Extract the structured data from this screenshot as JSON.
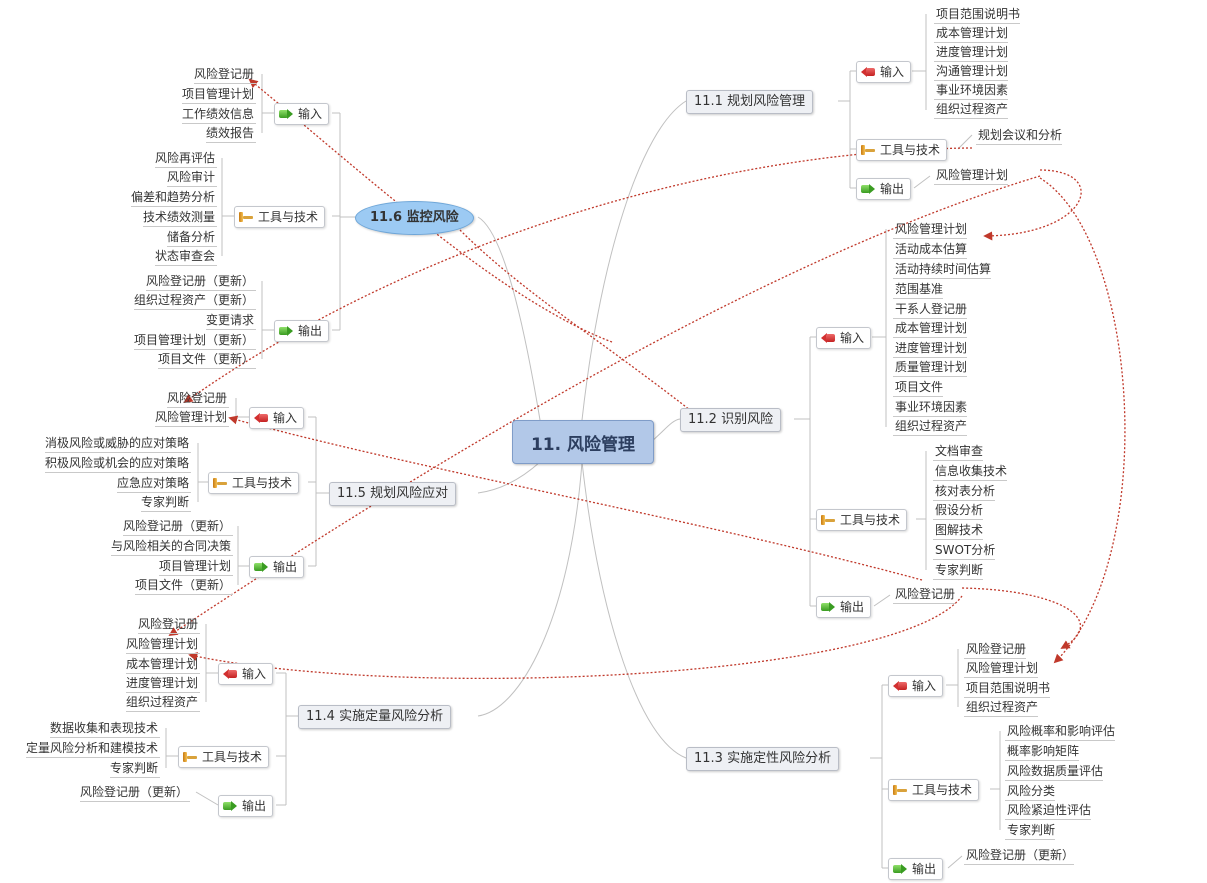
{
  "center": "11. 风险管理",
  "groups": {
    "g1": {
      "title": "11.1 规划风险管理",
      "input_label": "输入",
      "inputs": [
        "项目范围说明书",
        "成本管理计划",
        "进度管理计划",
        "沟通管理计划",
        "事业环境因素",
        "组织过程资产"
      ],
      "tools_label": "工具与技术",
      "tools": [
        "规划会议和分析"
      ],
      "output_label": "输出",
      "outputs": [
        "风险管理计划"
      ]
    },
    "g2": {
      "title": "11.2 识别风险",
      "input_label": "输入",
      "inputs": [
        "风险管理计划",
        "活动成本估算",
        "活动持续时间估算",
        "范围基准",
        "干系人登记册",
        "成本管理计划",
        "进度管理计划",
        "质量管理计划",
        "项目文件",
        "事业环境因素",
        "组织过程资产"
      ],
      "tools_label": "工具与技术",
      "tools": [
        "文档审查",
        "信息收集技术",
        "核对表分析",
        "假设分析",
        "图解技术",
        "SWOT分析",
        "专家判断"
      ],
      "output_label": "输出",
      "outputs": [
        "风险登记册"
      ]
    },
    "g3": {
      "title": "11.3 实施定性风险分析",
      "input_label": "输入",
      "inputs": [
        "风险登记册",
        "风险管理计划",
        "项目范围说明书",
        "组织过程资产"
      ],
      "tools_label": "工具与技术",
      "tools": [
        "风险概率和影响评估",
        "概率影响矩阵",
        "风险数据质量评估",
        "风险分类",
        "风险紧迫性评估",
        "专家判断"
      ],
      "output_label": "输出",
      "outputs": [
        "风险登记册（更新）"
      ]
    },
    "g4": {
      "title": "11.4 实施定量风险分析",
      "input_label": "输入",
      "inputs": [
        "风险登记册",
        "风险管理计划",
        "成本管理计划",
        "进度管理计划",
        "组织过程资产"
      ],
      "tools_label": "工具与技术",
      "tools": [
        "数据收集和表现技术",
        "定量风险分析和建模技术",
        "专家判断"
      ],
      "output_label": "输出",
      "outputs": [
        "风险登记册（更新）"
      ]
    },
    "g5": {
      "title": "11.5 规划风险应对",
      "input_label": "输入",
      "inputs": [
        "风险登记册",
        "风险管理计划"
      ],
      "tools_label": "工具与技术",
      "tools": [
        "消极风险或威胁的应对策略",
        "积极风险或机会的应对策略",
        "应急应对策略",
        "专家判断"
      ],
      "output_label": "输出",
      "outputs": [
        "风险登记册（更新）",
        "与风险相关的合同决策",
        "项目管理计划",
        "项目文件（更新）"
      ]
    },
    "g6": {
      "title": "11.6 监控风险",
      "input_label": "输入",
      "inputs": [
        "风险登记册",
        "项目管理计划",
        "工作绩效信息",
        "绩效报告"
      ],
      "tools_label": "工具与技术",
      "tools": [
        "风险再评估",
        "风险审计",
        "偏差和趋势分析",
        "技术绩效测量",
        "储备分析",
        "状态审查会"
      ],
      "output_label": "输出",
      "outputs": [
        "风险登记册（更新）",
        "组织过程资产（更新）",
        "变更请求",
        "项目管理计划（更新）",
        "项目文件（更新）"
      ]
    }
  },
  "colors": {
    "center_fill": "#b2c8e8",
    "branch_fill": "#eef0f4",
    "monitor_fill": "#9ccaf3",
    "connector": "#c0c0c0",
    "relation": "#c0392b"
  }
}
